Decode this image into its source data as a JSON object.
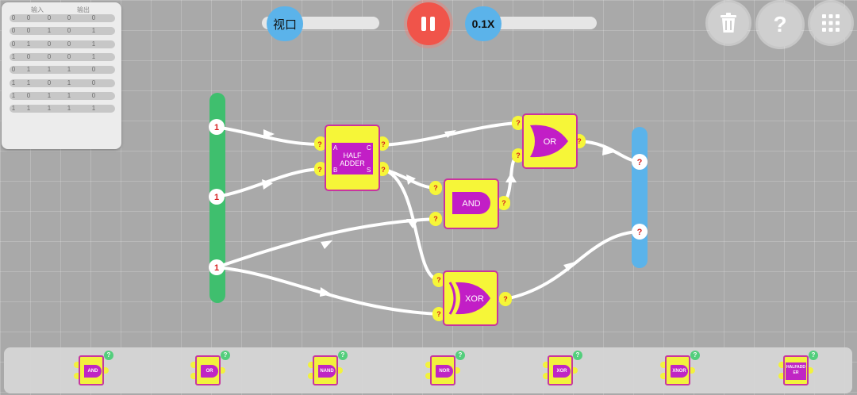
{
  "truth_table": {
    "headers": [
      "输入",
      "输出"
    ],
    "rows": [
      [
        "0",
        "0",
        "0",
        "0",
        "0"
      ],
      [
        "0",
        "0",
        "1",
        "0",
        "1"
      ],
      [
        "0",
        "1",
        "0",
        "0",
        "1"
      ],
      [
        "1",
        "0",
        "0",
        "0",
        "1"
      ],
      [
        "0",
        "1",
        "1",
        "1",
        "0"
      ],
      [
        "1",
        "1",
        "0",
        "1",
        "0"
      ],
      [
        "1",
        "0",
        "1",
        "1",
        "0"
      ],
      [
        "1",
        "1",
        "1",
        "1",
        "1"
      ]
    ]
  },
  "toolbar": {
    "view_label": "视口",
    "speed_label": "0.1X",
    "help_label": "?",
    "delete_icon": "trash-icon",
    "menu_icon": "grid-icon"
  },
  "colors": {
    "wire": "#ffffff",
    "gate_fill": "#f6f638",
    "gate_border": "#c9339e",
    "gate_shape": "#c21ec6",
    "input_bar": "#3fbf6e",
    "output_bar": "#5bb3ea"
  },
  "inputs": [
    {
      "value": "1"
    },
    {
      "value": "1"
    },
    {
      "value": "1"
    }
  ],
  "outputs": [
    {
      "value": "?"
    },
    {
      "value": "?"
    }
  ],
  "gates": {
    "half_adder": {
      "label_line1": "HALF",
      "label_line2": "ADDER",
      "pin_a": "A",
      "pin_b": "B",
      "pin_c": "C",
      "pin_s": "S",
      "port": "?"
    },
    "and": {
      "label": "AND",
      "port": "?"
    },
    "or": {
      "label": "OR",
      "port": "?"
    },
    "xor": {
      "label": "XOR",
      "port": "?"
    }
  },
  "palette": [
    {
      "label": "AND",
      "badge": "?"
    },
    {
      "label": "OR",
      "badge": "?"
    },
    {
      "label": "NAND",
      "badge": "?"
    },
    {
      "label": "NOR",
      "badge": "?"
    },
    {
      "label": "XOR",
      "badge": "?"
    },
    {
      "label": "XNOR",
      "badge": "?"
    },
    {
      "label": "HALFADDER",
      "badge": "?"
    }
  ]
}
